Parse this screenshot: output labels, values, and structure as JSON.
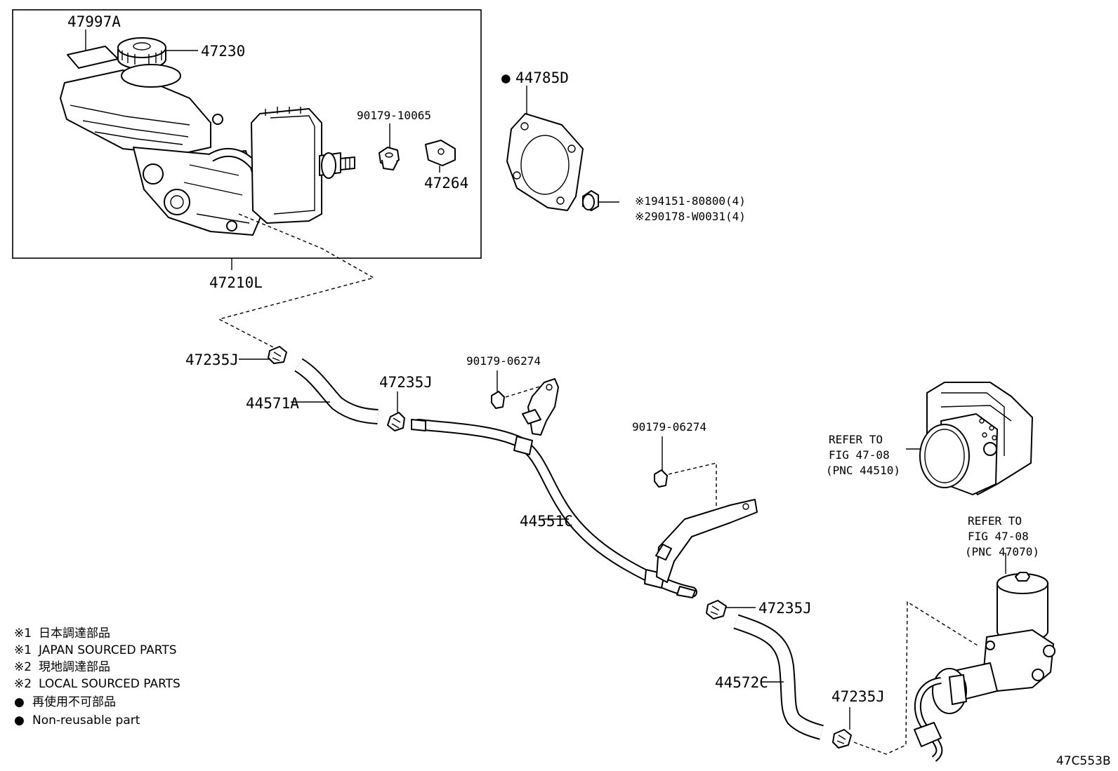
{
  "labels": {
    "reservoir_label": "47997A",
    "cap": "47230",
    "master_cyl_assy": "47210L",
    "nut_upper": "90179-10065",
    "bracket_upper": "47264",
    "gasket": "44785D",
    "gasket_bullet": "●",
    "plug_1": "※194151-80800(4)",
    "plug_2": "※290178-W0031(4)",
    "clamp_1": "47235J",
    "hose_a": "44571A",
    "clamp_2": "47235J",
    "nut_mid": "90179-06274",
    "nut_right": "90179-06274",
    "tube": "44551C",
    "clamp_3": "47235J",
    "hose_c": "44572C",
    "clamp_4": "47235J",
    "refer_1_line1": "REFER TO",
    "refer_1_line2": "FIG 47-08",
    "refer_1_line3": "(PNC 44510)",
    "refer_2_line1": "REFER TO",
    "refer_2_line2": "FIG 47-08",
    "refer_2_line3": "(PNC 47070)",
    "figure_code": "47C553B"
  },
  "legend": [
    {
      "mark": "※1",
      "text": "日本調達部品"
    },
    {
      "mark": "※1",
      "text": "JAPAN SOURCED PARTS"
    },
    {
      "mark": "※2",
      "text": "現地調達部品"
    },
    {
      "mark": "※2",
      "text": "LOCAL SOURCED PARTS"
    },
    {
      "mark": "●",
      "text": "再使用不可部品"
    },
    {
      "mark": "●",
      "text": "Non-reusable part"
    }
  ]
}
